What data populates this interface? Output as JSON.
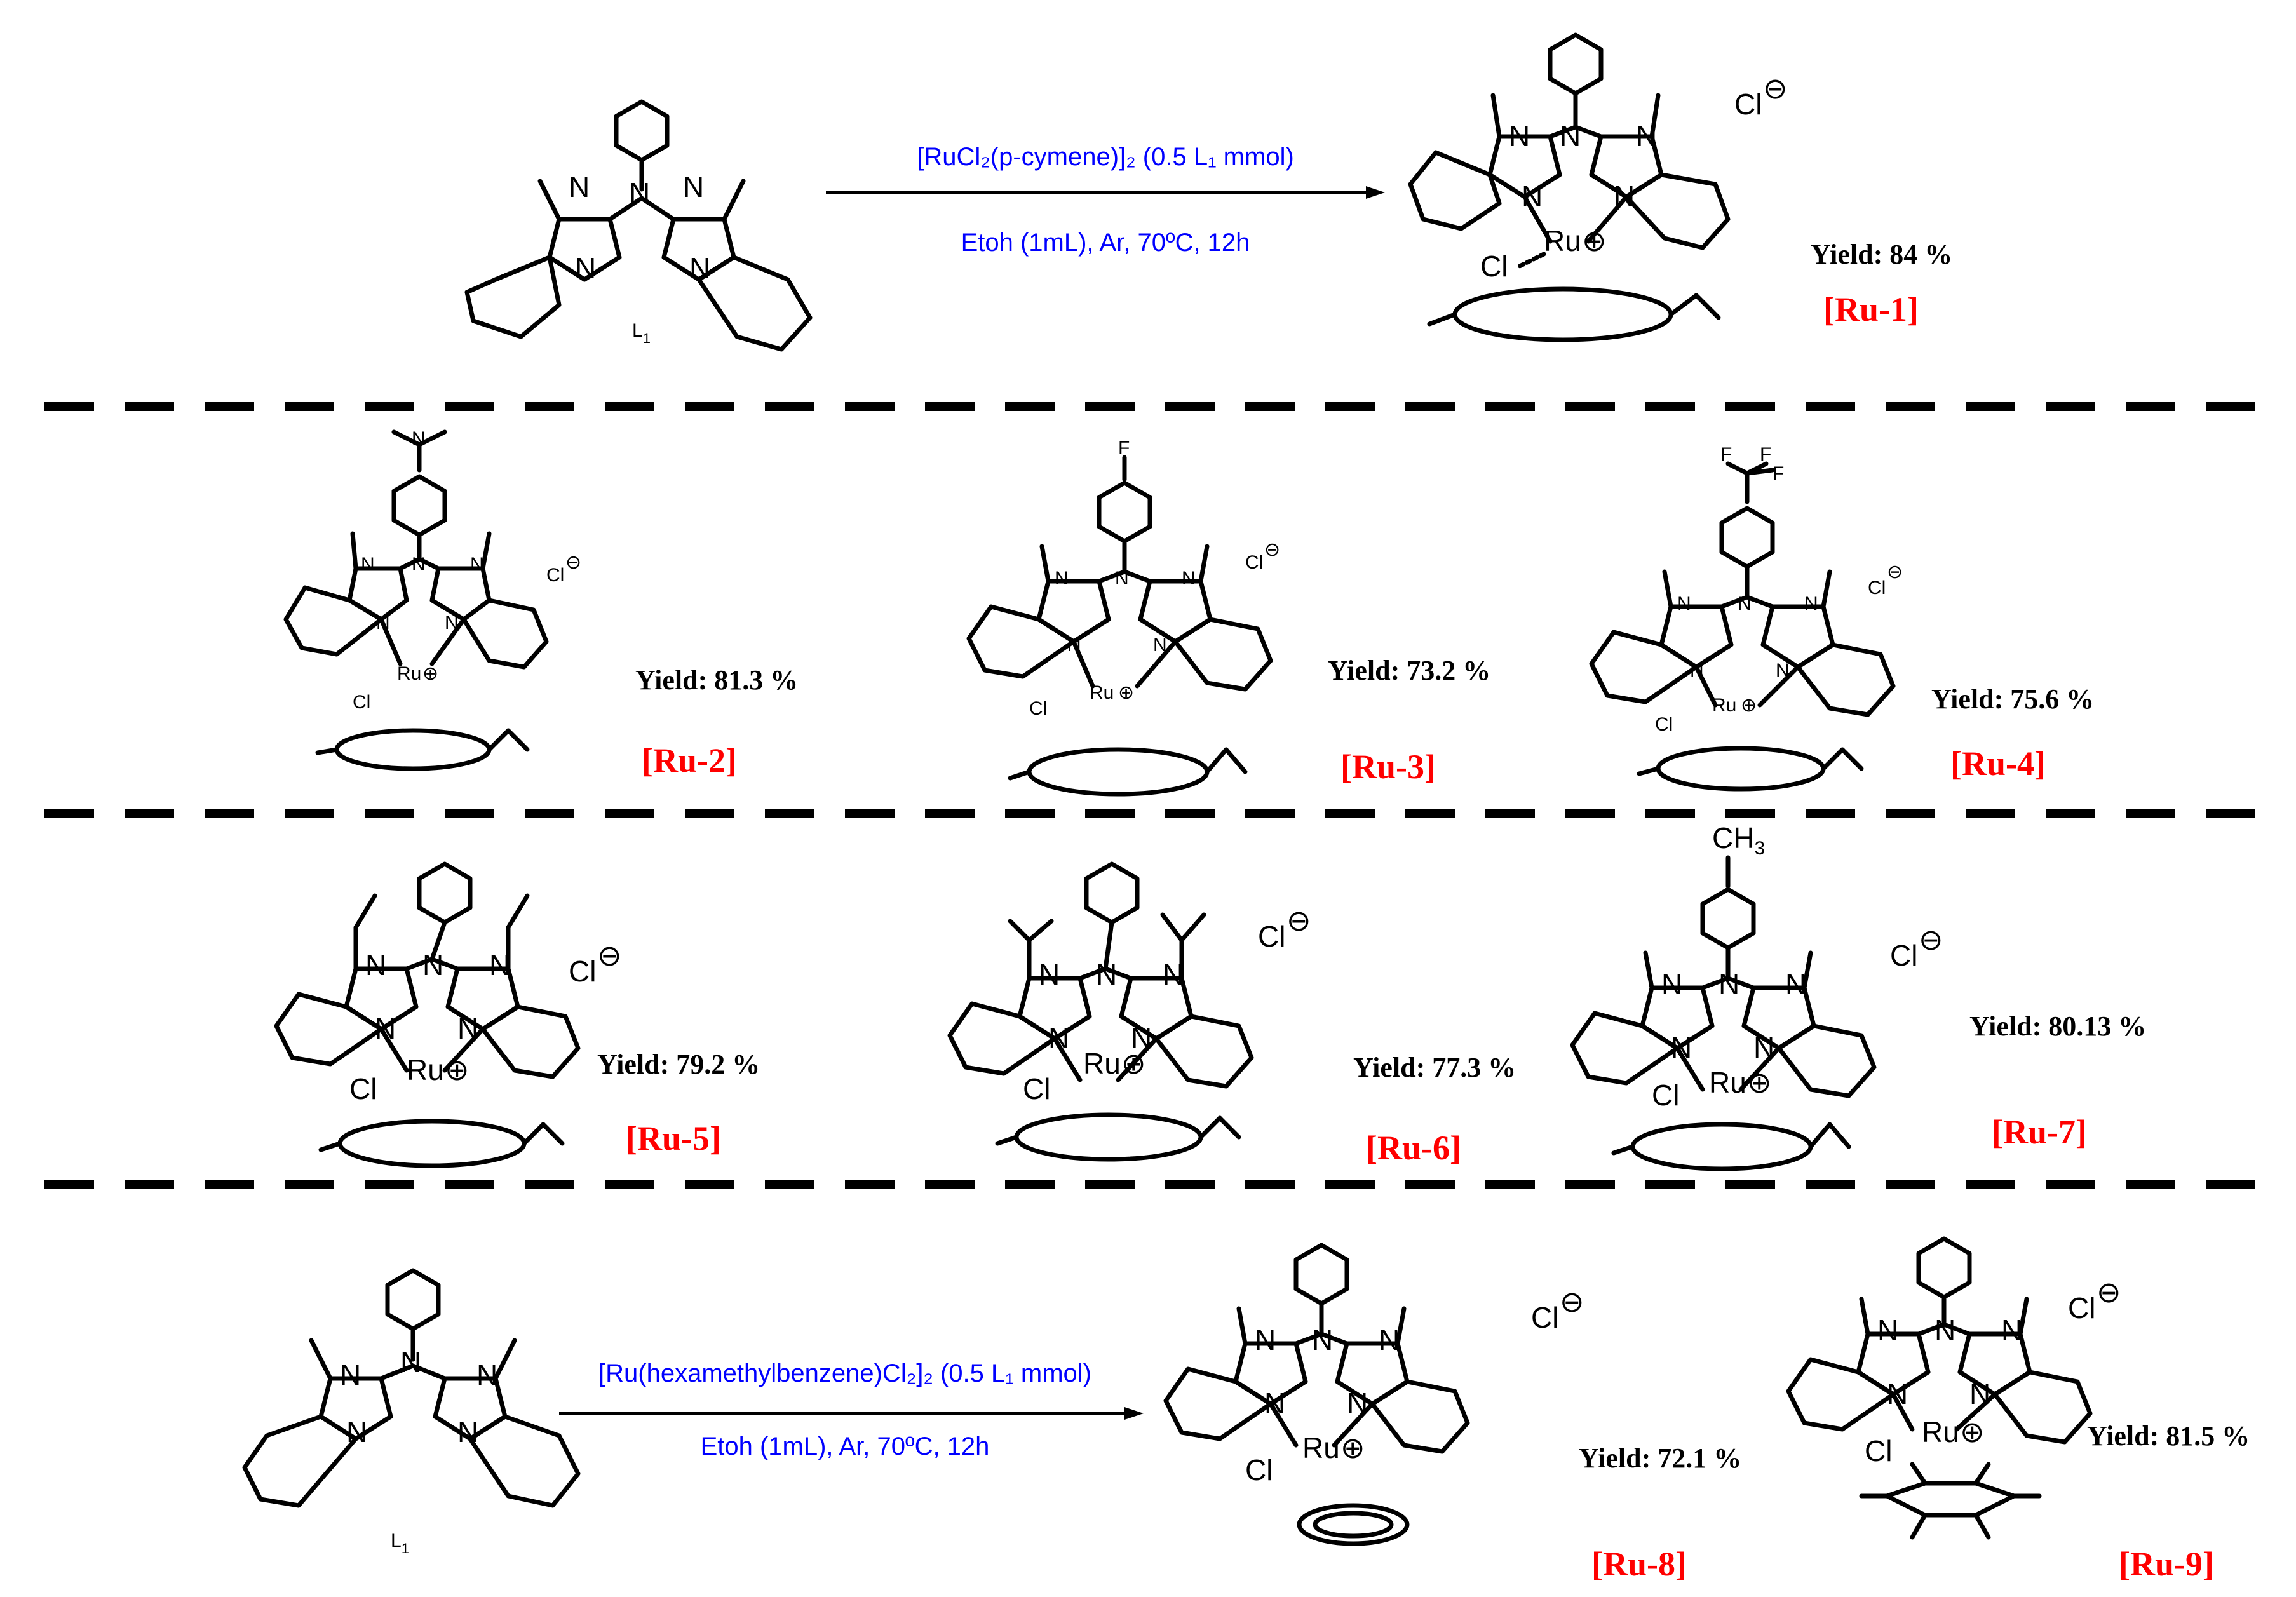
{
  "colors": {
    "compound_label": "#ff0000",
    "conditions": "#0000ff",
    "structure": "#000000"
  },
  "reaction1": {
    "reactant_label": "L",
    "reactant_label_sub": "1",
    "reagent_line": "[RuCl₂(p-cymene)]₂ (0.5 L₁ mmol)",
    "conditions_line": "Etoh (1mL), Ar, 70ºC, 12h"
  },
  "reaction2": {
    "reactant_label": "L",
    "reactant_label_sub": "1",
    "reagent_line": "[Ru(hexamethylbenzene)Cl₂]₂ (0.5 L₁ mmol)",
    "conditions_line": "Etoh (1mL), Ar, 70ºC, 12h"
  },
  "atoms": {
    "N": "N",
    "Ru": "Ru",
    "Cl": "Cl",
    "F": "F",
    "C": "C",
    "H": "H",
    "plus": "⊕",
    "minus": "⊖",
    "CH3_sub": "3"
  },
  "products": [
    {
      "id": "Ru-1",
      "label": "[Ru-1]",
      "yield": "Yield: 84 %"
    },
    {
      "id": "Ru-2",
      "label": "[Ru-2]",
      "yield": "Yield: 81.3 %"
    },
    {
      "id": "Ru-3",
      "label": "[Ru-3]",
      "yield": "Yield: 73.2 %"
    },
    {
      "id": "Ru-4",
      "label": "[Ru-4]",
      "yield": "Yield: 75.6 %"
    },
    {
      "id": "Ru-5",
      "label": "[Ru-5]",
      "yield": "Yield: 79.2 %"
    },
    {
      "id": "Ru-6",
      "label": "[Ru-6]",
      "yield": "Yield: 77.3 %"
    },
    {
      "id": "Ru-7",
      "label": "[Ru-7]",
      "yield": "Yield: 80.13  %"
    },
    {
      "id": "Ru-8",
      "label": "[Ru-8]",
      "yield": "Yield: 72.1 %"
    },
    {
      "id": "Ru-9",
      "label": "[Ru-9]",
      "yield": "Yield: 81.5 %"
    }
  ]
}
